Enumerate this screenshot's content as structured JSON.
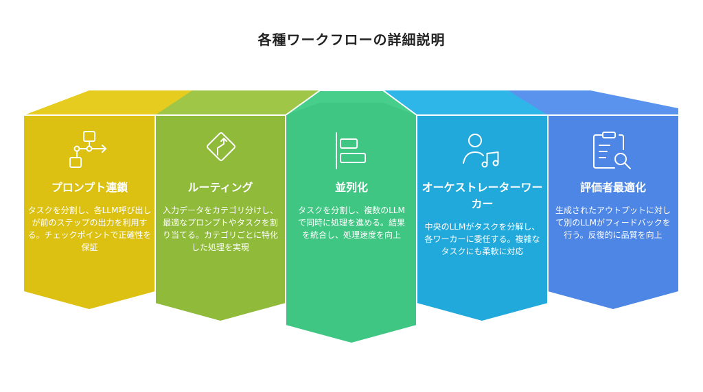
{
  "title": "各種ワークフローの詳細説明",
  "columns": [
    {
      "heading": "プロンプト連鎖",
      "description": "タスクを分割し、各LLM呼び出しが前のステップの出力を利用する。チェックポイントで正確性を保証",
      "color": "#DCC113",
      "top_color": "#E6CC1E",
      "icon": "flowchart-icon"
    },
    {
      "heading": "ルーティング",
      "description": "入力データをカテゴリ分けし、最適なプロンプトやタスクを割り当てる。カテゴリごとに特化した処理を実現",
      "color": "#8FBA3A",
      "top_color": "#9FC646",
      "icon": "route-sign-icon"
    },
    {
      "heading": "並列化",
      "description": "タスクを分割し、複数のLLMで同時に処理を進める。結果を統合し、処理速度を向上",
      "color": "#3EC682",
      "top_color": "#4DD38F",
      "icon": "align-bars-icon"
    },
    {
      "heading": "オーケストレーターワーカー",
      "description": "中央のLLMがタスクを分解し、各ワーカーに委任する。複雑なタスクにも柔軟に対応",
      "color": "#22A9DC",
      "top_color": "#2FB6E8",
      "icon": "conductor-icon"
    },
    {
      "heading": "評価者最適化",
      "description": "生成されたアウトプットに対して別のLLMがフィードバックを行う。反復的に品質を向上",
      "color": "#4D86E4",
      "top_color": "#5A93EE",
      "icon": "clipboard-search-icon"
    }
  ]
}
